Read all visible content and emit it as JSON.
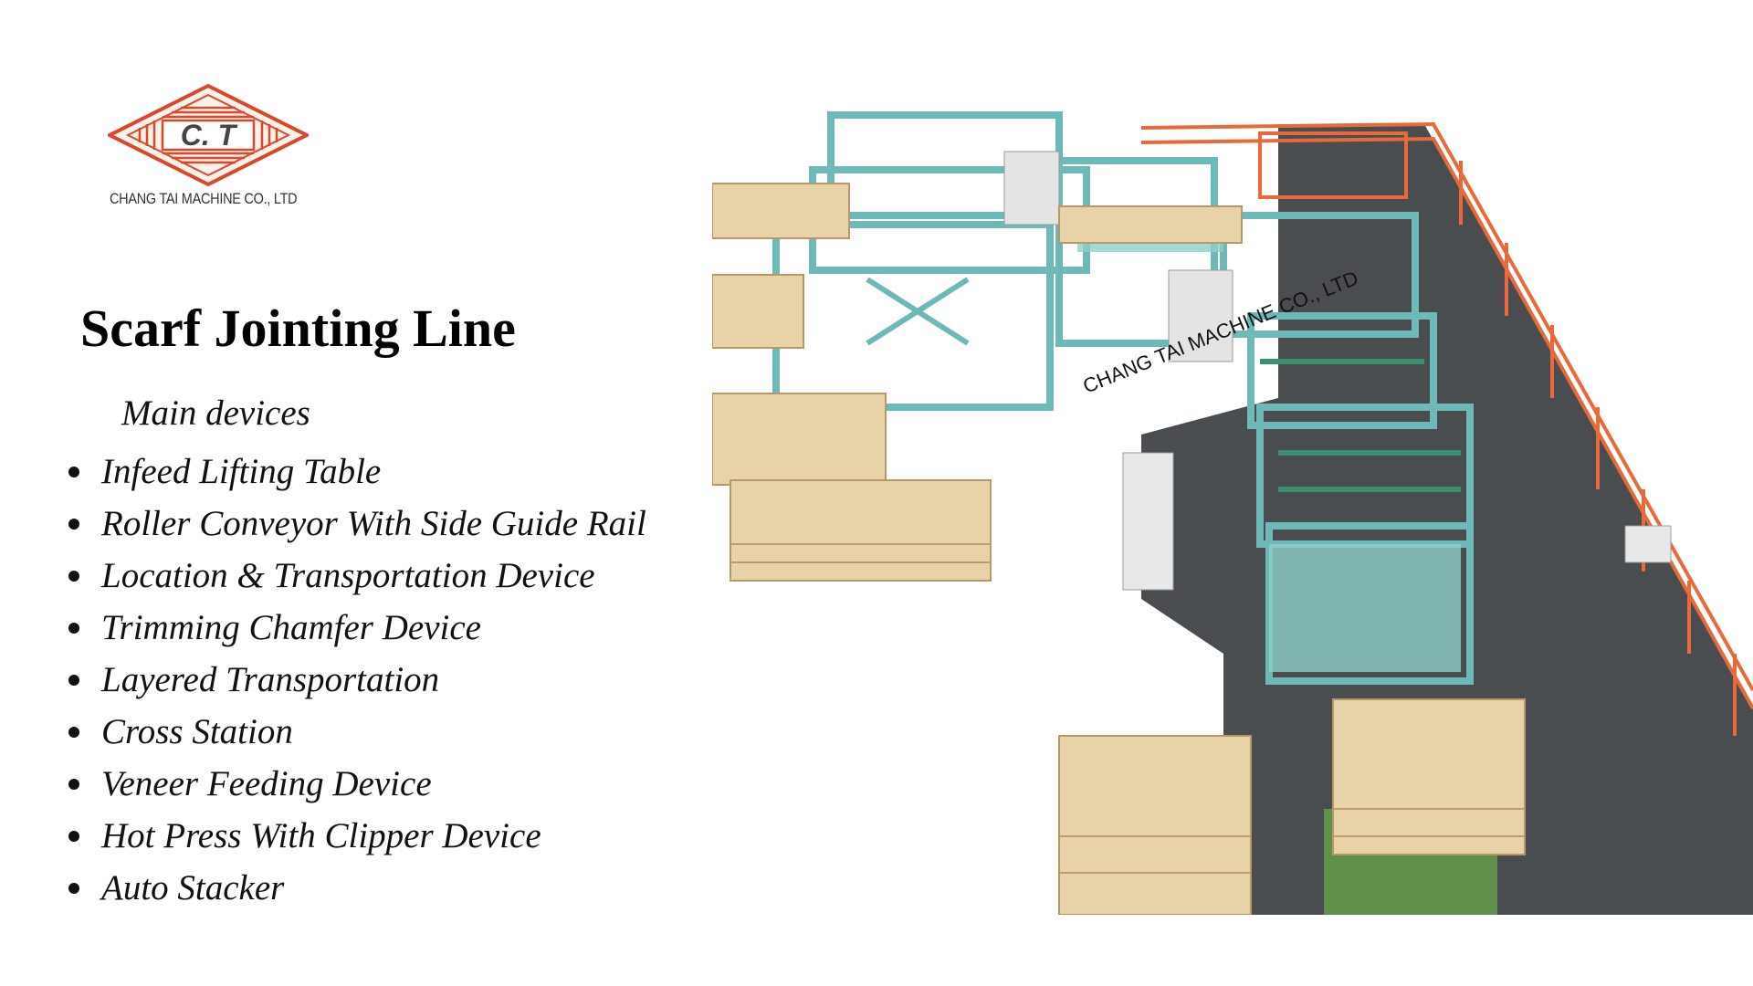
{
  "logo": {
    "mark": "C. T",
    "company_name": "CHANG TAI MACHINE CO., LTD"
  },
  "title": "Scarf Jointing Line",
  "subtitle": "Main devices",
  "devices": [
    "Infeed Lifting Table",
    "Roller Conveyor With Side Guide Rail",
    "Location & Transportation Device",
    "Trimming Chamfer Device",
    "Layered Transportation",
    "Cross Station",
    "Veneer Feeding Device",
    "Hot Press With Clipper Device",
    "Auto Stacker"
  ],
  "photo": {
    "watermark": "CHANG TAI MACHINE CO., LTD"
  },
  "colors": {
    "logo_red": "#d9482b",
    "machine_teal": "#6fb8b8",
    "rail_orange": "#e8693a",
    "floor": "#4a4d4f",
    "wood": "#e8d2a8"
  }
}
